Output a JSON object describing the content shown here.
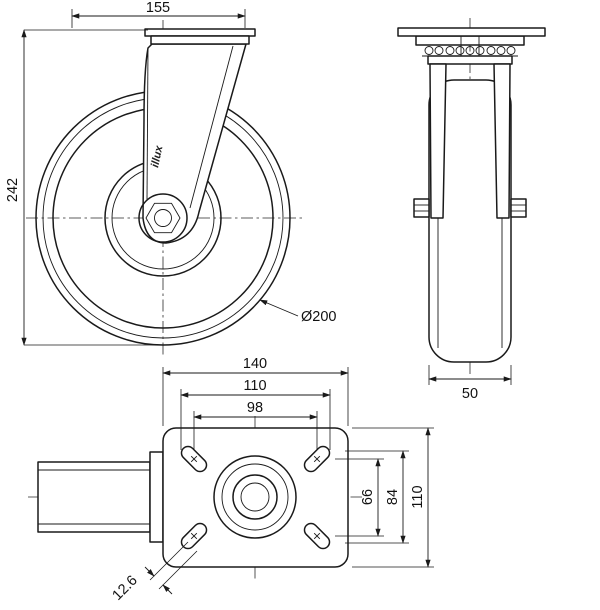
{
  "drawing": {
    "type": "technical-drawing",
    "subject": "swivel caster wheel, three orthographic views",
    "line_color": "#1a1a1a",
    "background": "#ffffff"
  },
  "brand": {
    "logo": "illux"
  },
  "dims": {
    "plate_length": "155",
    "overall_height": "242",
    "wheel_diameter": "Ø200",
    "wheel_width": "50",
    "plate_width": "140",
    "bolt_spacing_width": "110",
    "inner_width": "98",
    "bolt_spacing_height": "66",
    "mid_height": "84",
    "plate_height": "110",
    "slot_width": "12.6"
  }
}
